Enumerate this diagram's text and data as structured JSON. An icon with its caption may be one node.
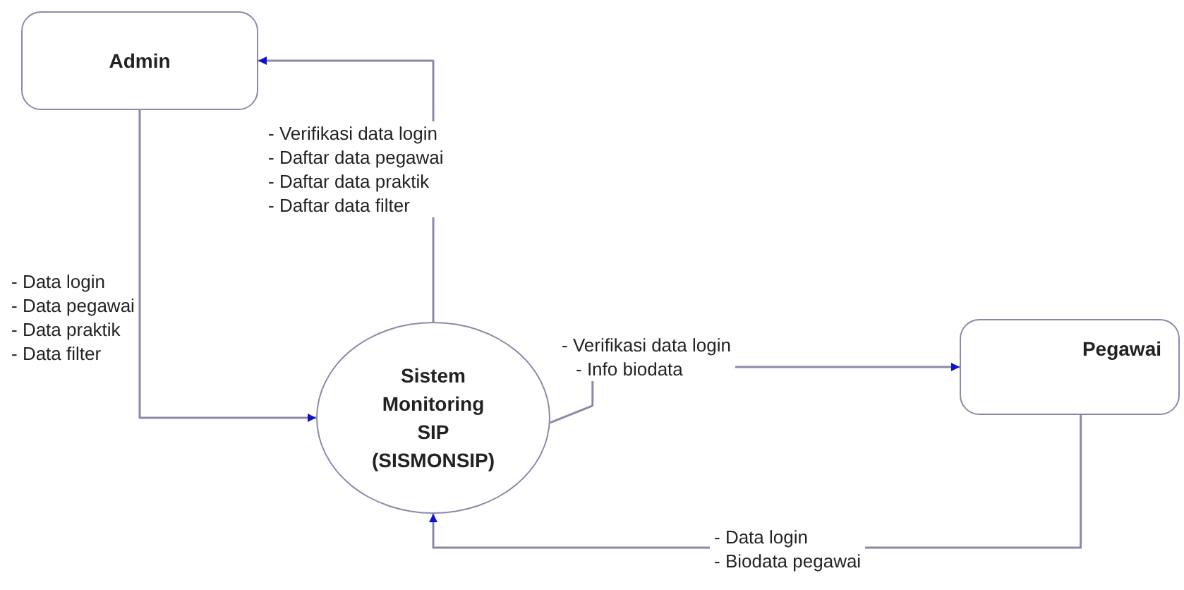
{
  "diagram": {
    "nodes": [
      {
        "text": [
          "Admin"
        ]
      },
      {
        "text": [
          "Sistem Monitoring SIP (SISMONSIP)"
        ]
      },
      {
        "text": [
          "Pegawai"
        ]
      }
    ],
    "edges": [
      {
        "from": 0,
        "to": 1,
        "arrow": "to",
        "label": "- Data login - Data pegawai - Data praktik - Data filter"
      },
      {
        "from": 1,
        "to": 0,
        "arrow": "to",
        "label": "- Verifikasi data login - Daftar data pegawai - Daftar data praktik - Daftar data filter"
      },
      {
        "from": 1,
        "to": 2,
        "arrow": "to",
        "label": "- Verifikasi data login - Info biodata"
      },
      {
        "from": 2,
        "to": 1,
        "arrow": "to",
        "label": "- Data login - Biodata pegawai"
      }
    ]
  }
}
